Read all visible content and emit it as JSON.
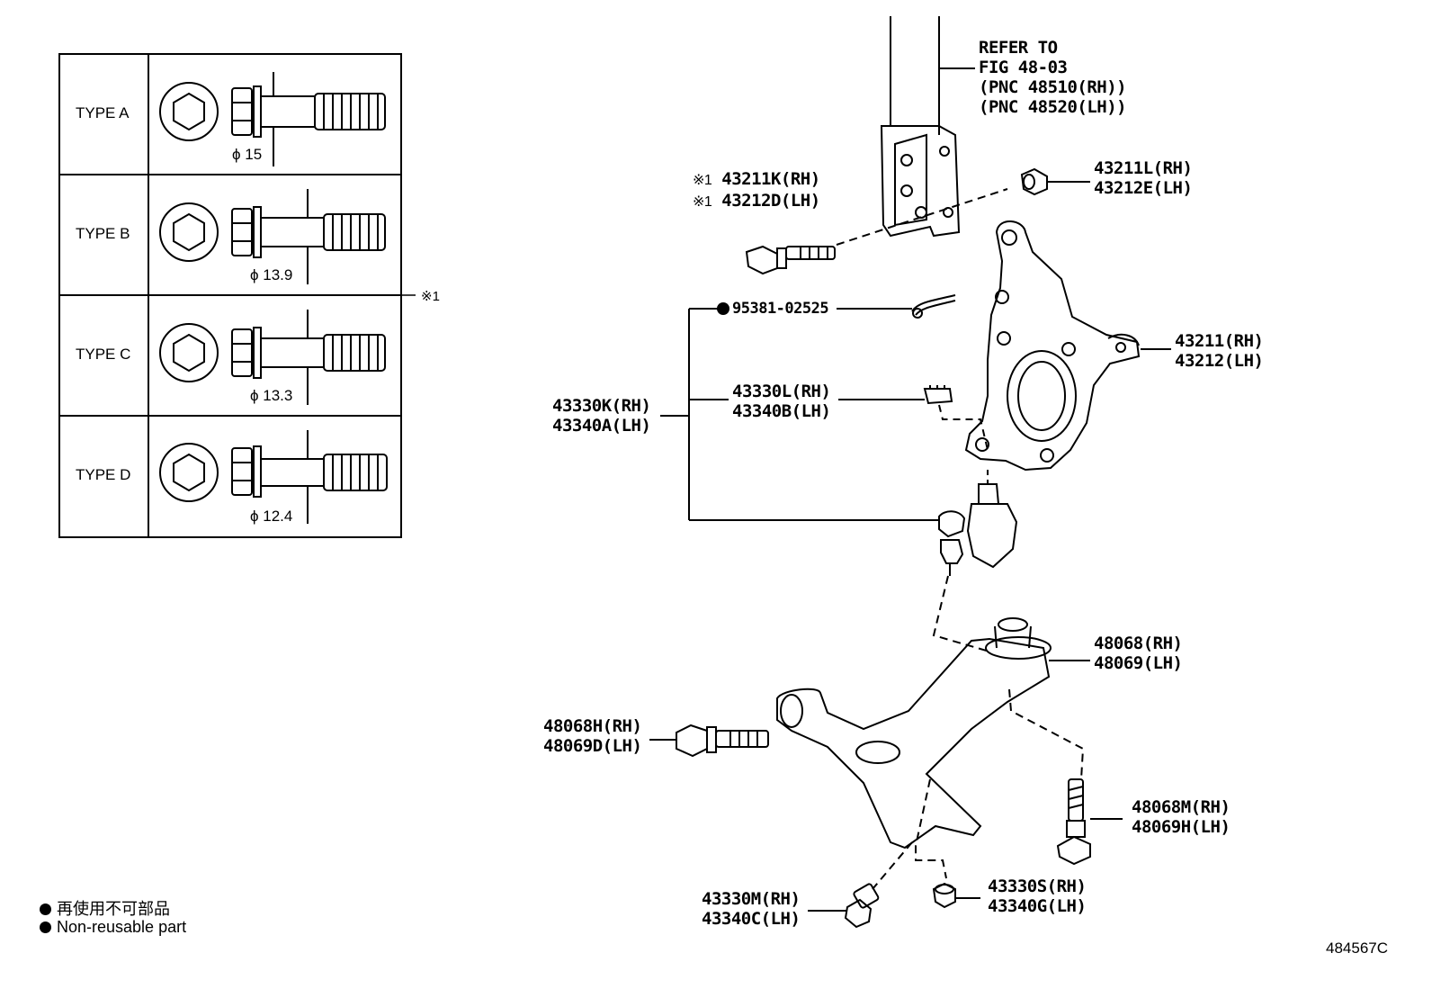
{
  "table": {
    "rows": [
      {
        "type": "TYPE A",
        "diameter": "ϕ 15"
      },
      {
        "type": "TYPE B",
        "diameter": "ϕ 13.9"
      },
      {
        "type": "TYPE C",
        "diameter": "ϕ 13.3"
      },
      {
        "type": "TYPE D",
        "diameter": "ϕ 12.4"
      }
    ],
    "note_mark": "※1"
  },
  "refer": [
    "REFER TO",
    "FIG 48-03",
    "(PNC 48510(RH))",
    "(PNC 48520(LH))"
  ],
  "parts": {
    "bolt_upper": {
      "mark": "※1",
      "rh": "43211K(RH)",
      "lh": "43212D(LH)"
    },
    "nut_upper": {
      "rh": "43211L(RH)",
      "lh": "43212E(LH)"
    },
    "cotter_pin": "95381-02525",
    "knuckle": {
      "rh": "43211(RH)",
      "lh": "43212(LH)"
    },
    "ball_joint_assy": {
      "rh": "43330K(RH)",
      "lh": "43340A(LH)"
    },
    "castle_nut": {
      "rh": "43330L(RH)",
      "lh": "43340B(LH)"
    },
    "bushing": {
      "rh": "48068(RH)",
      "lh": "48069(LH)"
    },
    "arm_bolt": {
      "rh": "48068H(RH)",
      "lh": "48069D(LH)"
    },
    "rear_bolt": {
      "rh": "48068M(RH)",
      "lh": "48069H(LH)"
    },
    "ball_bolt": {
      "rh": "43330M(RH)",
      "lh": "43340C(LH)"
    },
    "ball_nut": {
      "rh": "43330S(RH)",
      "lh": "43340G(LH)"
    }
  },
  "legend": {
    "jp": "再使用不可部品",
    "en": "Non-reusable part"
  },
  "figure_id": "484567C"
}
